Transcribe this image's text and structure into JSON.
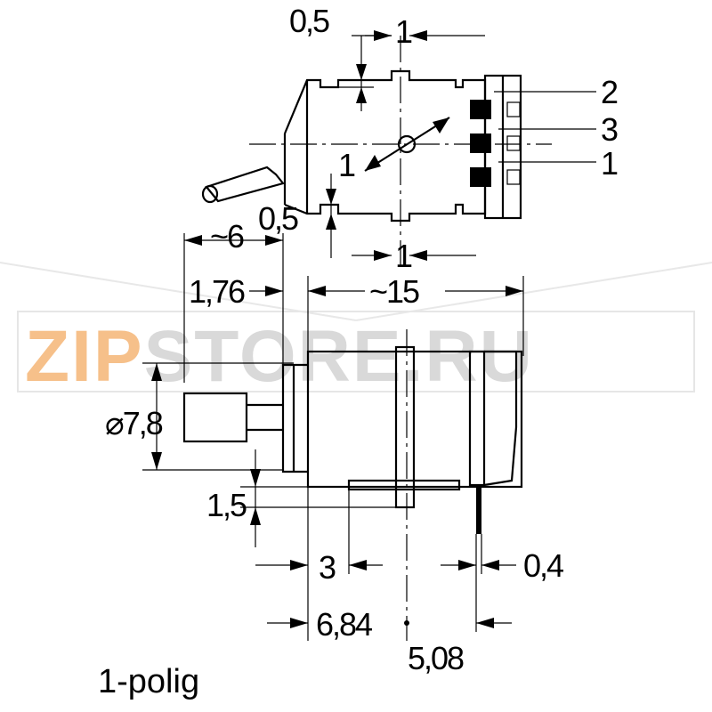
{
  "watermark": {
    "part1": "ZIP",
    "part2": "STORE.RU",
    "color1": "#f6c08a",
    "color2": "#d9d9d9"
  },
  "dimensions": {
    "top_offset": "0,5",
    "top_width": "1",
    "bottom_offset": "0,5",
    "bottom_width": "1",
    "lever_length": "~6",
    "shaft_protrusion": "1,76",
    "body_length": "~15",
    "diameter_prefix": "⌀",
    "diameter": "7,8",
    "tab_height": "1,5",
    "collar": "3",
    "pin_thickness": "0,4",
    "pos_a": "6,84",
    "pos_b": "5,08"
  },
  "terminals": [
    "2",
    "3",
    "1"
  ],
  "switch_label": "1",
  "caption": "1-polig"
}
